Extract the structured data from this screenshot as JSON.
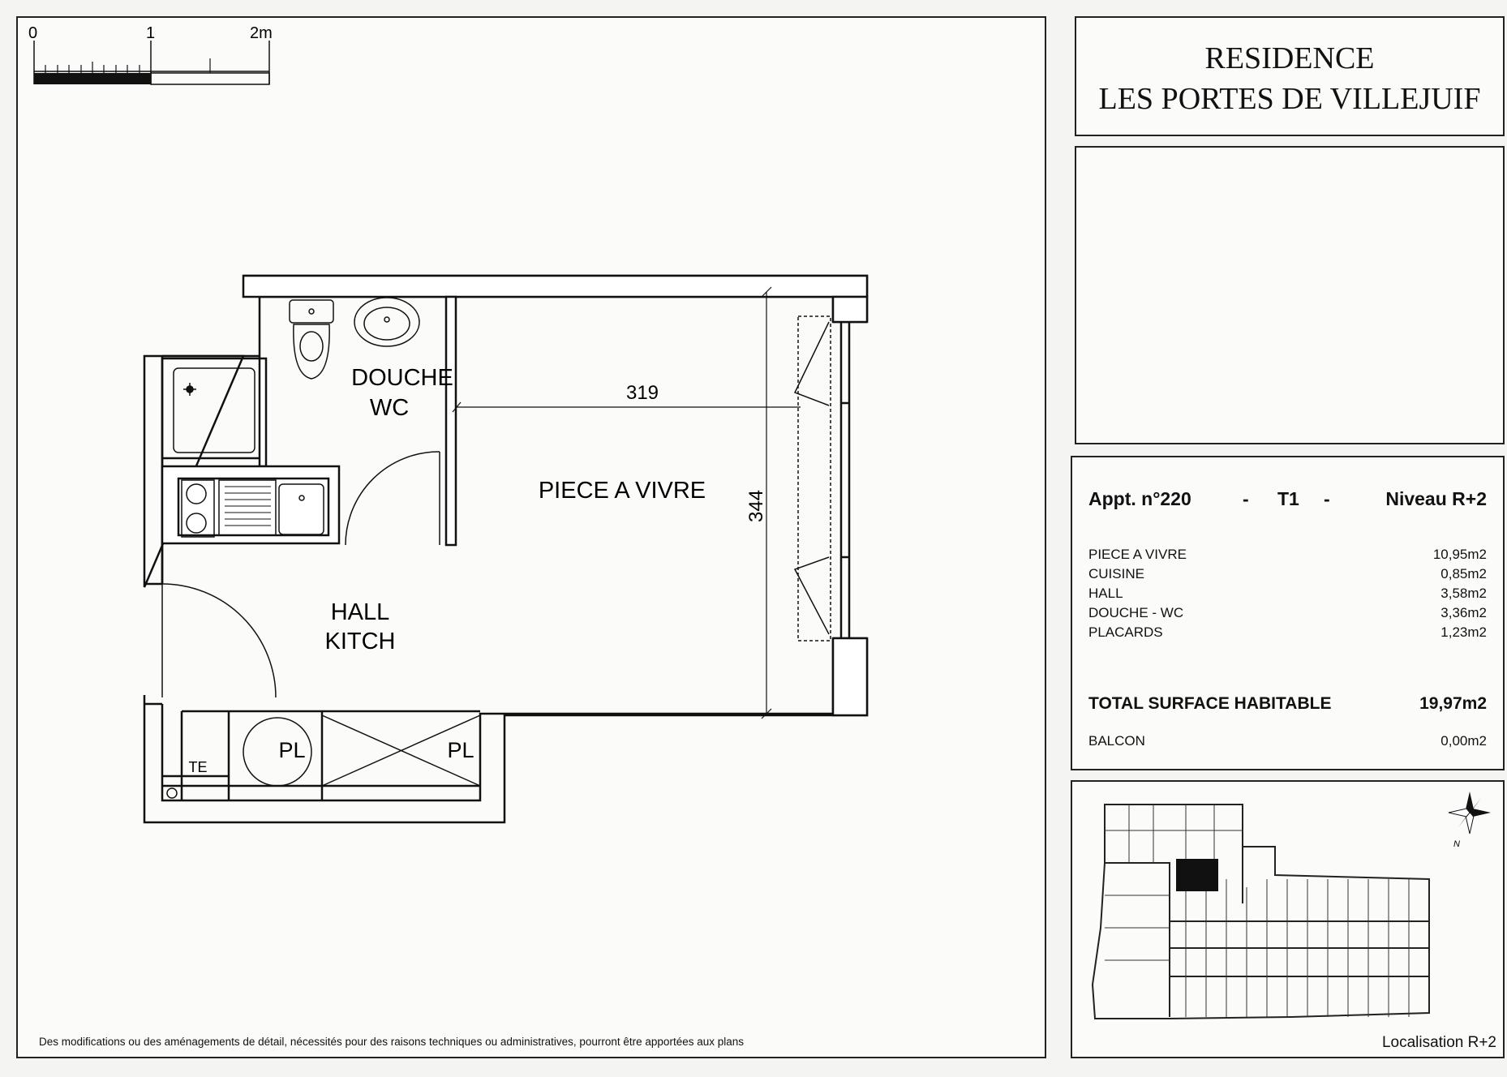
{
  "scale_bar": {
    "labels": [
      "0",
      "1",
      "2m"
    ]
  },
  "plan": {
    "rooms": {
      "douche_wc": [
        "DOUCHE",
        "WC"
      ],
      "piece_a_vivre": "PIECE A VIVRE",
      "hall_kitch": [
        "HALL",
        "KITCH"
      ]
    },
    "dimensions": {
      "width": "319",
      "height": "344"
    },
    "closets": [
      "PL",
      "PL"
    ],
    "te_label": "TE"
  },
  "title": {
    "line1": "RESIDENCE",
    "line2": "LES PORTES DE VILLEJUIF"
  },
  "apartment": {
    "number": "Appt.  n°220",
    "type": "T1",
    "level": "Niveau R+2",
    "separator": "-",
    "rooms": [
      {
        "name": "PIECE A VIVRE",
        "area": "10,95m2"
      },
      {
        "name": "CUISINE",
        "area": "0,85m2"
      },
      {
        "name": "HALL",
        "area": "3,58m2"
      },
      {
        "name": "DOUCHE - WC",
        "area": "3,36m2"
      },
      {
        "name": "PLACARDS",
        "area": "1,23m2"
      }
    ],
    "total_label": "TOTAL SURFACE HABITABLE",
    "total_value": "19,97m2",
    "balcony_label": "BALCON",
    "balcony_value": "0,00m2"
  },
  "locator": {
    "label": "Localisation R+2",
    "north": "N"
  },
  "disclaimer": "Des modifications ou des aménagements de détail, nécessités pour des raisons techniques ou administratives, pourront être apportées aux plans"
}
